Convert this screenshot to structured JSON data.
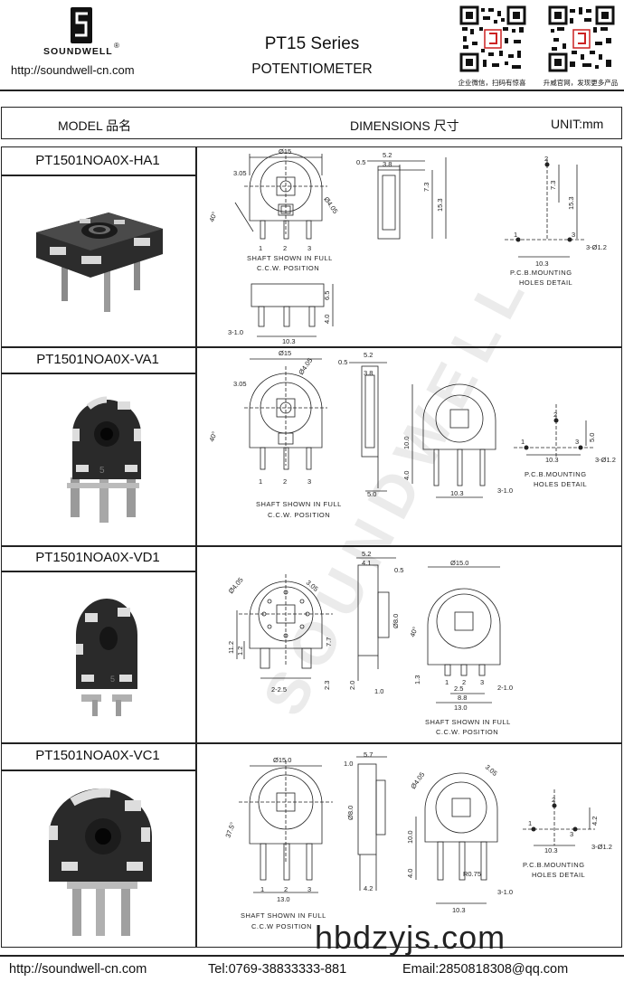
{
  "header": {
    "brand": "SOUNDWELL",
    "registered": "®",
    "website": "http://soundwell-cn.com",
    "series": "PT15 Series",
    "subtitle": "POTENTIOMETER",
    "qr_captions": [
      "企业微信，扫码有惊喜",
      "升威官网，发现更多产品"
    ]
  },
  "columns": {
    "model": "MODEL 品名",
    "dimensions": "DIMENSIONS 尺寸",
    "unit": "UNIT:mm"
  },
  "products": [
    {
      "name": "PT1501NOA0X-HA1",
      "labels": {
        "d15": "Ø15",
        "d405": "Ø4.05",
        "r305": "3.05",
        "a40": "40°",
        "s05": "0.5",
        "s52": "5.2",
        "s38": "3.8",
        "s73": "7.3",
        "s153": "15.3",
        "pins": [
          "1",
          "2",
          "3"
        ],
        "s65": "6.5",
        "s40": "4.0",
        "s31": "3-1.0",
        "s103": "10.3",
        "cap1": "SHAFT SHOWN IN FULL",
        "cap2": "C.C.W. POSITION",
        "p2": "2",
        "p1": "1",
        "p3": "3",
        "p73": "7.3",
        "p153": "15.3",
        "p103": "10.3",
        "p312": "3-Ø1.2",
        "pcb1": "P.C.B.MOUNTING",
        "pcb2": "HOLES DETAIL"
      }
    },
    {
      "name": "PT1501NOA0X-VA1",
      "labels": {
        "d15": "Ø15",
        "d405": "Ø4.05",
        "r305": "3.05",
        "a40": "40°",
        "s05": "0.5",
        "s52": "5.2",
        "s38": "3.8",
        "s100": "10.0",
        "s40": "4.0",
        "s50": "5.0",
        "pins": [
          "1",
          "2",
          "3"
        ],
        "s103": "10.3",
        "s31": "3-1.0",
        "cap1": "SHAFT SHOWN IN FULL",
        "cap2": "C.C.W. POSITION",
        "p2": "2",
        "p1": "1",
        "p3": "3",
        "p50": "5.0",
        "p103": "10.3",
        "p312": "3-Ø1.2",
        "pcb1": "P.C.B.MOUNTING",
        "pcb2": "HOLES DETAIL"
      }
    },
    {
      "name": "PT1501NOA0X-VD1",
      "labels": {
        "d405": "Ø4.05",
        "r305": "3.05",
        "s112": "11.2",
        "s12": "1.2",
        "s77": "7.7",
        "s225": "2-2.5",
        "s23": "2.3",
        "s20": "2.0",
        "s52": "5.2",
        "s41": "4.1",
        "s05": "0.5",
        "d80": "Ø8.0",
        "s10": "1.0",
        "s13": "1.3",
        "d150": "Ø15.0",
        "a40": "40°",
        "pins": [
          "1",
          "2",
          "3"
        ],
        "s25": "2.5",
        "s88": "8.8",
        "s130": "13.0",
        "s21": "2-1.0",
        "cap1": "SHAFT SHOWN IN FULL",
        "cap2": "C.C.W. POSITION"
      }
    },
    {
      "name": "PT1501NOA0X-VC1",
      "labels": {
        "d150": "Ø15.0",
        "a375": "37.5°",
        "pins": [
          "1",
          "2",
          "3"
        ],
        "s130": "13.0",
        "s10": "1.0",
        "s57": "5.7",
        "d80": "Ø8.0",
        "s42": "4.2",
        "d405": "Ø4.05",
        "r305": "3.05",
        "s100": "10.0",
        "s40": "4.0",
        "r075": "R0.75",
        "s103": "10.3",
        "s31": "3-1.0",
        "cap1": "SHAFT SHOWN IN FULL",
        "cap2": "C.C.W POSITION",
        "p2": "2",
        "p1": "1",
        "p3": "3",
        "p42": "4.2",
        "p103": "10.3",
        "p312": "3-Ø1.2",
        "pcb1": "P.C.B.MOUNTING",
        "pcb2": "HOLES DETAIL"
      }
    }
  ],
  "watermark": "SOUNDWELL",
  "overlay_mark": "hbdzyjs.com",
  "footer": {
    "site": "http://soundwell-cn.com",
    "tel": "Tel:0769-38833333-881",
    "email": "Email:2850818308@qq.com"
  }
}
